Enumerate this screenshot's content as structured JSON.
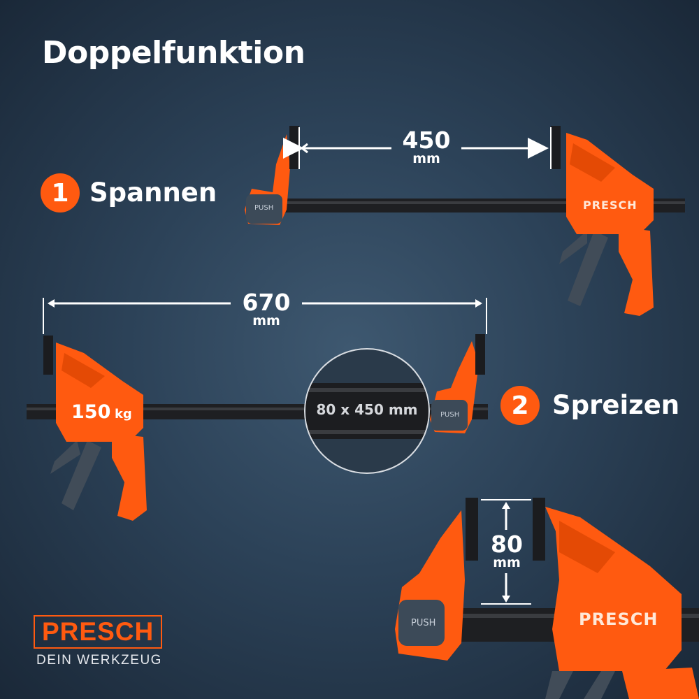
{
  "title": "Doppelfunktion",
  "step1": {
    "number": "1",
    "label": "Spannen"
  },
  "step2": {
    "number": "2",
    "label": "Spreizen"
  },
  "dim_top": {
    "value": "450",
    "unit": "mm"
  },
  "dim_mid": {
    "value": "670",
    "unit": "mm"
  },
  "dim_bottom": {
    "value": "80",
    "unit": "mm"
  },
  "load_badge": {
    "value": "150",
    "unit": "kg"
  },
  "rail_spec": "80 x 450 mm",
  "brand": "PRESCH",
  "push_label": "PUSH",
  "logo": {
    "name": "PRESCH",
    "tagline": "DEIN WERKZEUG"
  },
  "colors": {
    "accent": "#ff5a10",
    "clamp_orange": "#ff5a10",
    "rail": "#1e1f22",
    "background": "#2c4258"
  }
}
